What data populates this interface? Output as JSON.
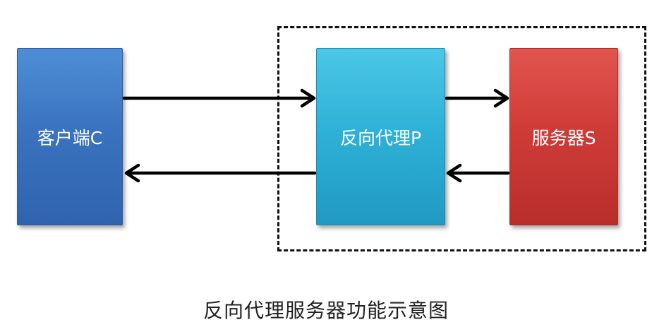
{
  "nodes": {
    "client": {
      "label": "客户端C",
      "color": "#3a73c0"
    },
    "proxy": {
      "label": "反向代理P",
      "color": "#2fb2d8"
    },
    "server": {
      "label": "服务器S",
      "color": "#cf3c38"
    }
  },
  "caption": "反向代理服务器功能示意图",
  "edges": [
    {
      "from": "client",
      "to": "proxy"
    },
    {
      "from": "proxy",
      "to": "server"
    },
    {
      "from": "server",
      "to": "proxy"
    },
    {
      "from": "proxy",
      "to": "client"
    }
  ],
  "group": {
    "style": "dashed",
    "members": [
      "proxy",
      "server"
    ]
  }
}
